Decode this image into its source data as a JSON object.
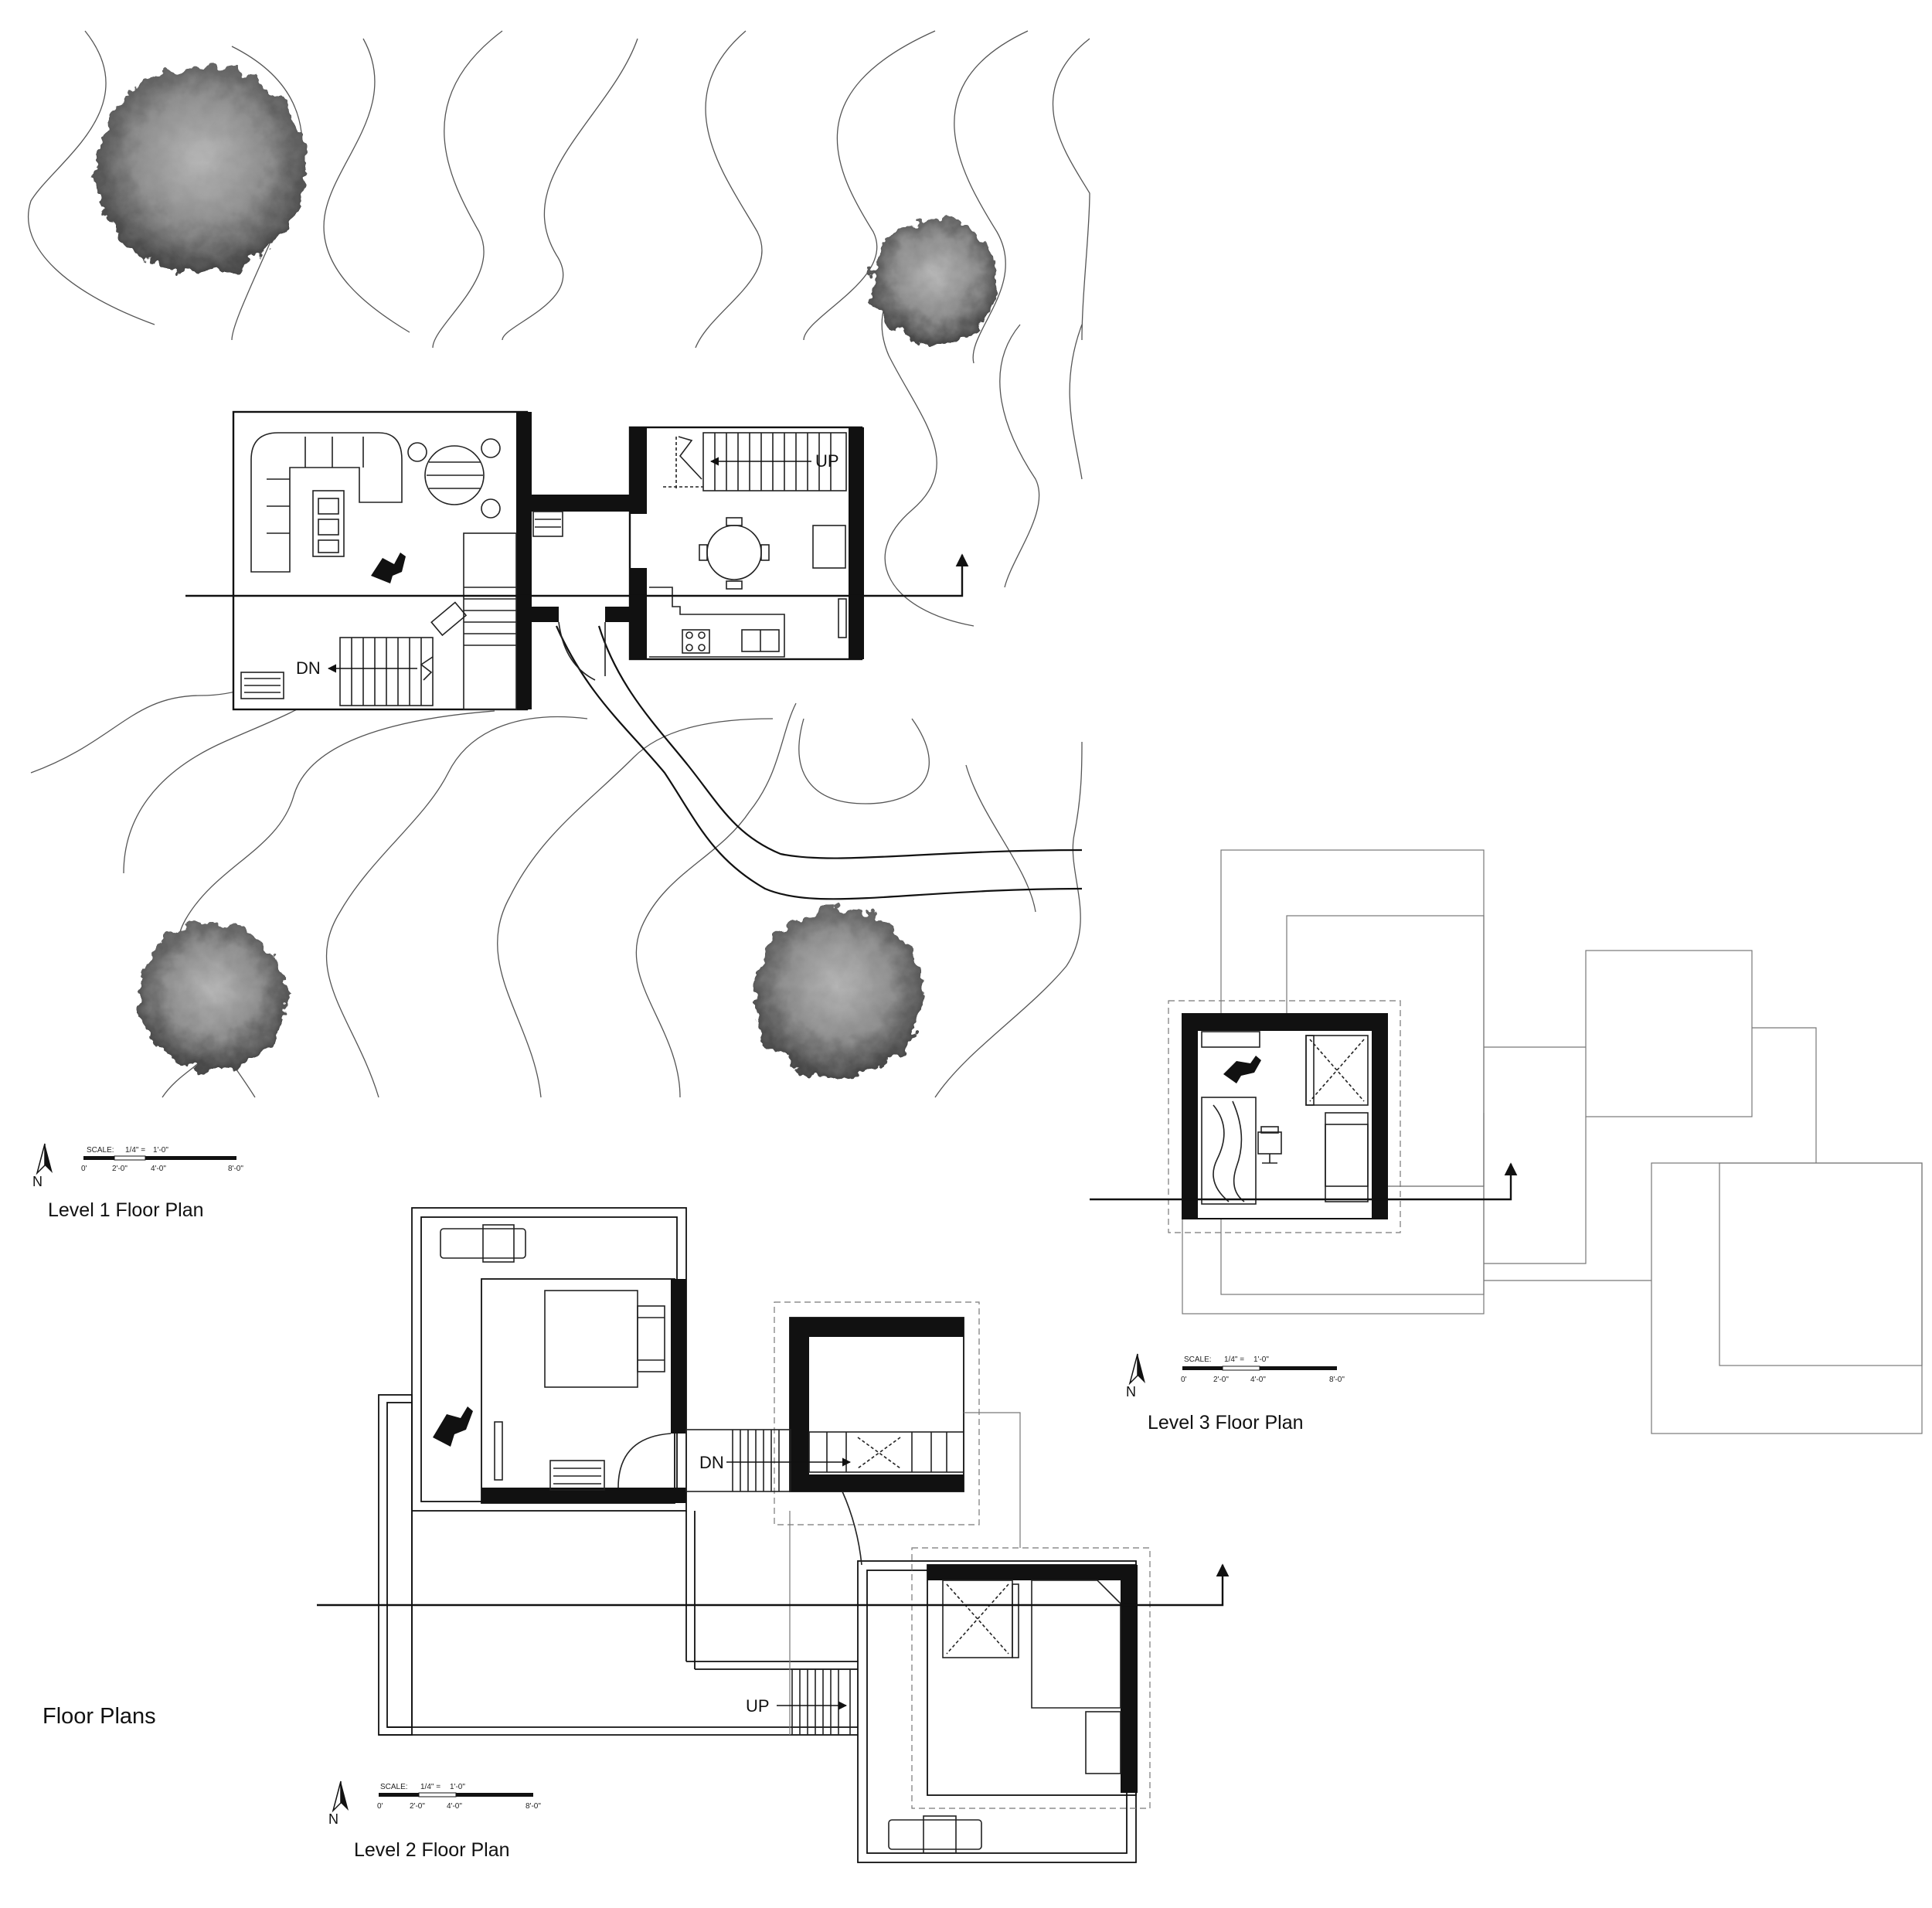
{
  "sheet_title": "Floor Plans",
  "plans": [
    {
      "id": "level1",
      "label": "Level 1 Floor Plan"
    },
    {
      "id": "level2",
      "label": "Level 2 Floor Plan"
    },
    {
      "id": "level3",
      "label": "Level 3 Floor Plan"
    }
  ],
  "north_label": "N",
  "scale_bar": {
    "prefix": "SCALE:",
    "ratio": "1/4\" =",
    "unit": "1'-0\"",
    "ticks": [
      "0'",
      "2'-0\"",
      "4'-0\"",
      "8'-0\""
    ]
  },
  "stair_labels": {
    "up": "UP",
    "down": "DN"
  }
}
